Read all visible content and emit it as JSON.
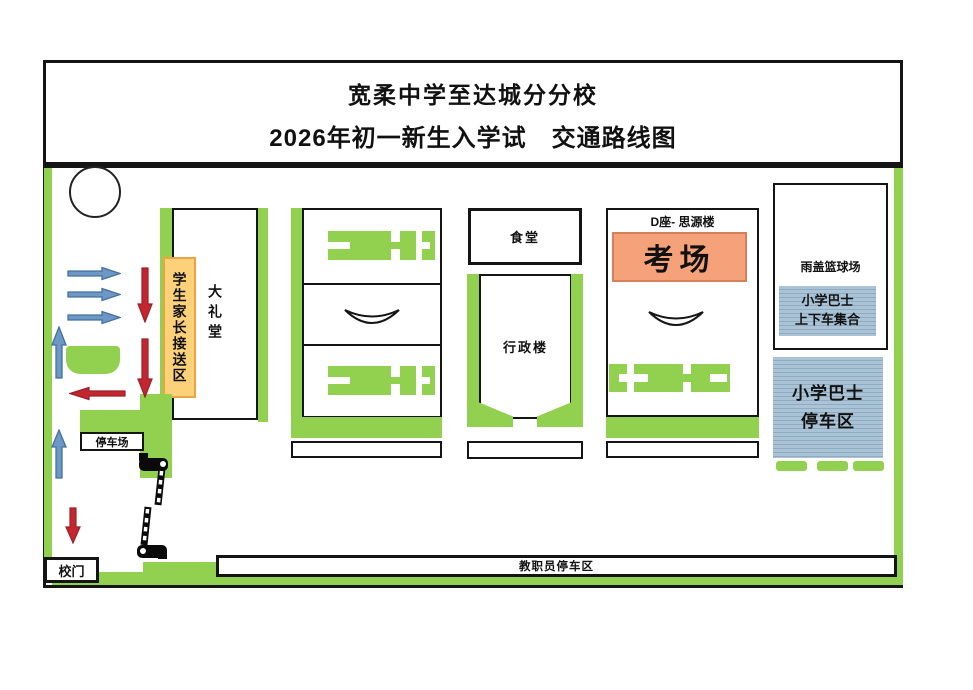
{
  "title": {
    "line1": "宽柔中学至达城分分校",
    "line2": "2026年初一新生入学试　交通路线图"
  },
  "buildings": {
    "auditorium": "大礼堂",
    "canteen": "食堂",
    "admin": "行政楼",
    "block_d_label": "D座- 思源楼",
    "exam_hall": "考场",
    "basketball_court": "雨盖篮球场"
  },
  "zones": {
    "pickup_dropoff": "学生家长接送区",
    "bus_assembly_line1": "小学巴士",
    "bus_assembly_line2": "上下车集合",
    "bus_parking_line1": "小学巴士",
    "bus_parking_line2": "停车区",
    "parking_lot": "停车场",
    "school_gate": "校门",
    "staff_parking": "教职员停车区"
  },
  "colors": {
    "path_green": "#92d050",
    "exam_fill": "#f5a27b",
    "exam_border": "#d4815b",
    "pickup_fill": "#fcd17a",
    "pickup_border": "#eda33f",
    "bus_zone_fill": "#aac3d6",
    "arrow_blue": "#6d97c4",
    "arrow_blue_border": "#44719f",
    "arrow_red": "#c22730",
    "arrow_red_border": "#9e1f29",
    "outline_black": "#151515"
  },
  "icons": [
    "roundabout-circle",
    "boom-gate-upper",
    "boom-gate-lower",
    "arrow-right-blue",
    "arrow-down-red",
    "arrow-up-blue",
    "arrow-left-red",
    "courtyard-arc",
    "building-bar"
  ]
}
